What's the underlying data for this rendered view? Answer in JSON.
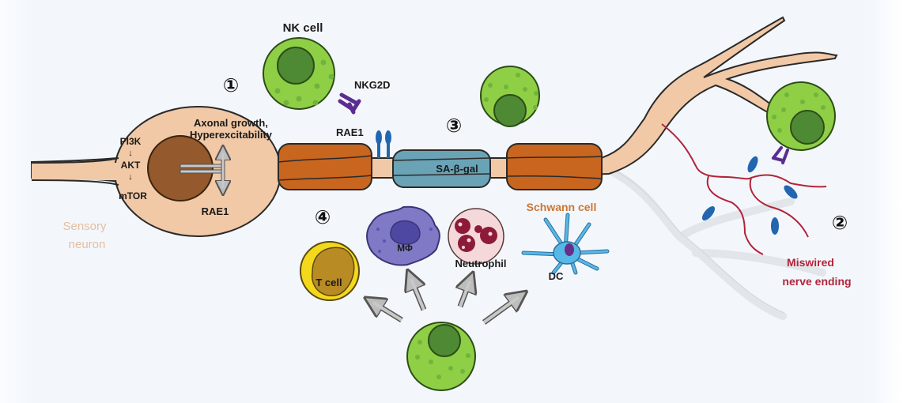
{
  "diagram": {
    "title": "",
    "labels": {
      "nk_cell": "NK cell",
      "nkg2d": "NKG2D",
      "rae1_membrane": "RAE1",
      "rae1_soma": "RAE1",
      "axonal_growth_line1": "Axonal growth,",
      "axonal_growth_line2": "Hyperexcitability",
      "pathway": [
        "PI3K",
        "AKT",
        "mTOR"
      ],
      "pathway_arrow": "↓",
      "sensory_neuron_line1": "Sensory",
      "sensory_neuron_line2": "neuron",
      "sa_beta_gal": "SA-β-gal",
      "schwann_cell": "Schwann cell",
      "miswired_line1": "Miswired",
      "miswired_line2": "nerve ending",
      "t_cell": "T cell",
      "macrophage": "MΦ",
      "neutrophil": "Neutrophil",
      "dc": "DC"
    },
    "step_numbers": [
      "①",
      "②",
      "③",
      "④"
    ],
    "colors": {
      "nk_cell_fill": "#8fcf46",
      "nk_nucleus": "#4e8a34",
      "neuron_fill": "#f2c9a6",
      "neuron_nucleus": "#94592c",
      "schwann_fill": "#c8651e",
      "senescent_schwann_fill": "#6aa3b6",
      "receptor_purple": "#5a2d91",
      "rae1_blue": "#2266b0",
      "miswired_red": "#b2243a",
      "t_cell_fill": "#f4d81c",
      "macrophage_fill": "#7f79c6",
      "neutrophil_fill": "#f5d8da",
      "dc_fill": "#57b8e8"
    }
  }
}
